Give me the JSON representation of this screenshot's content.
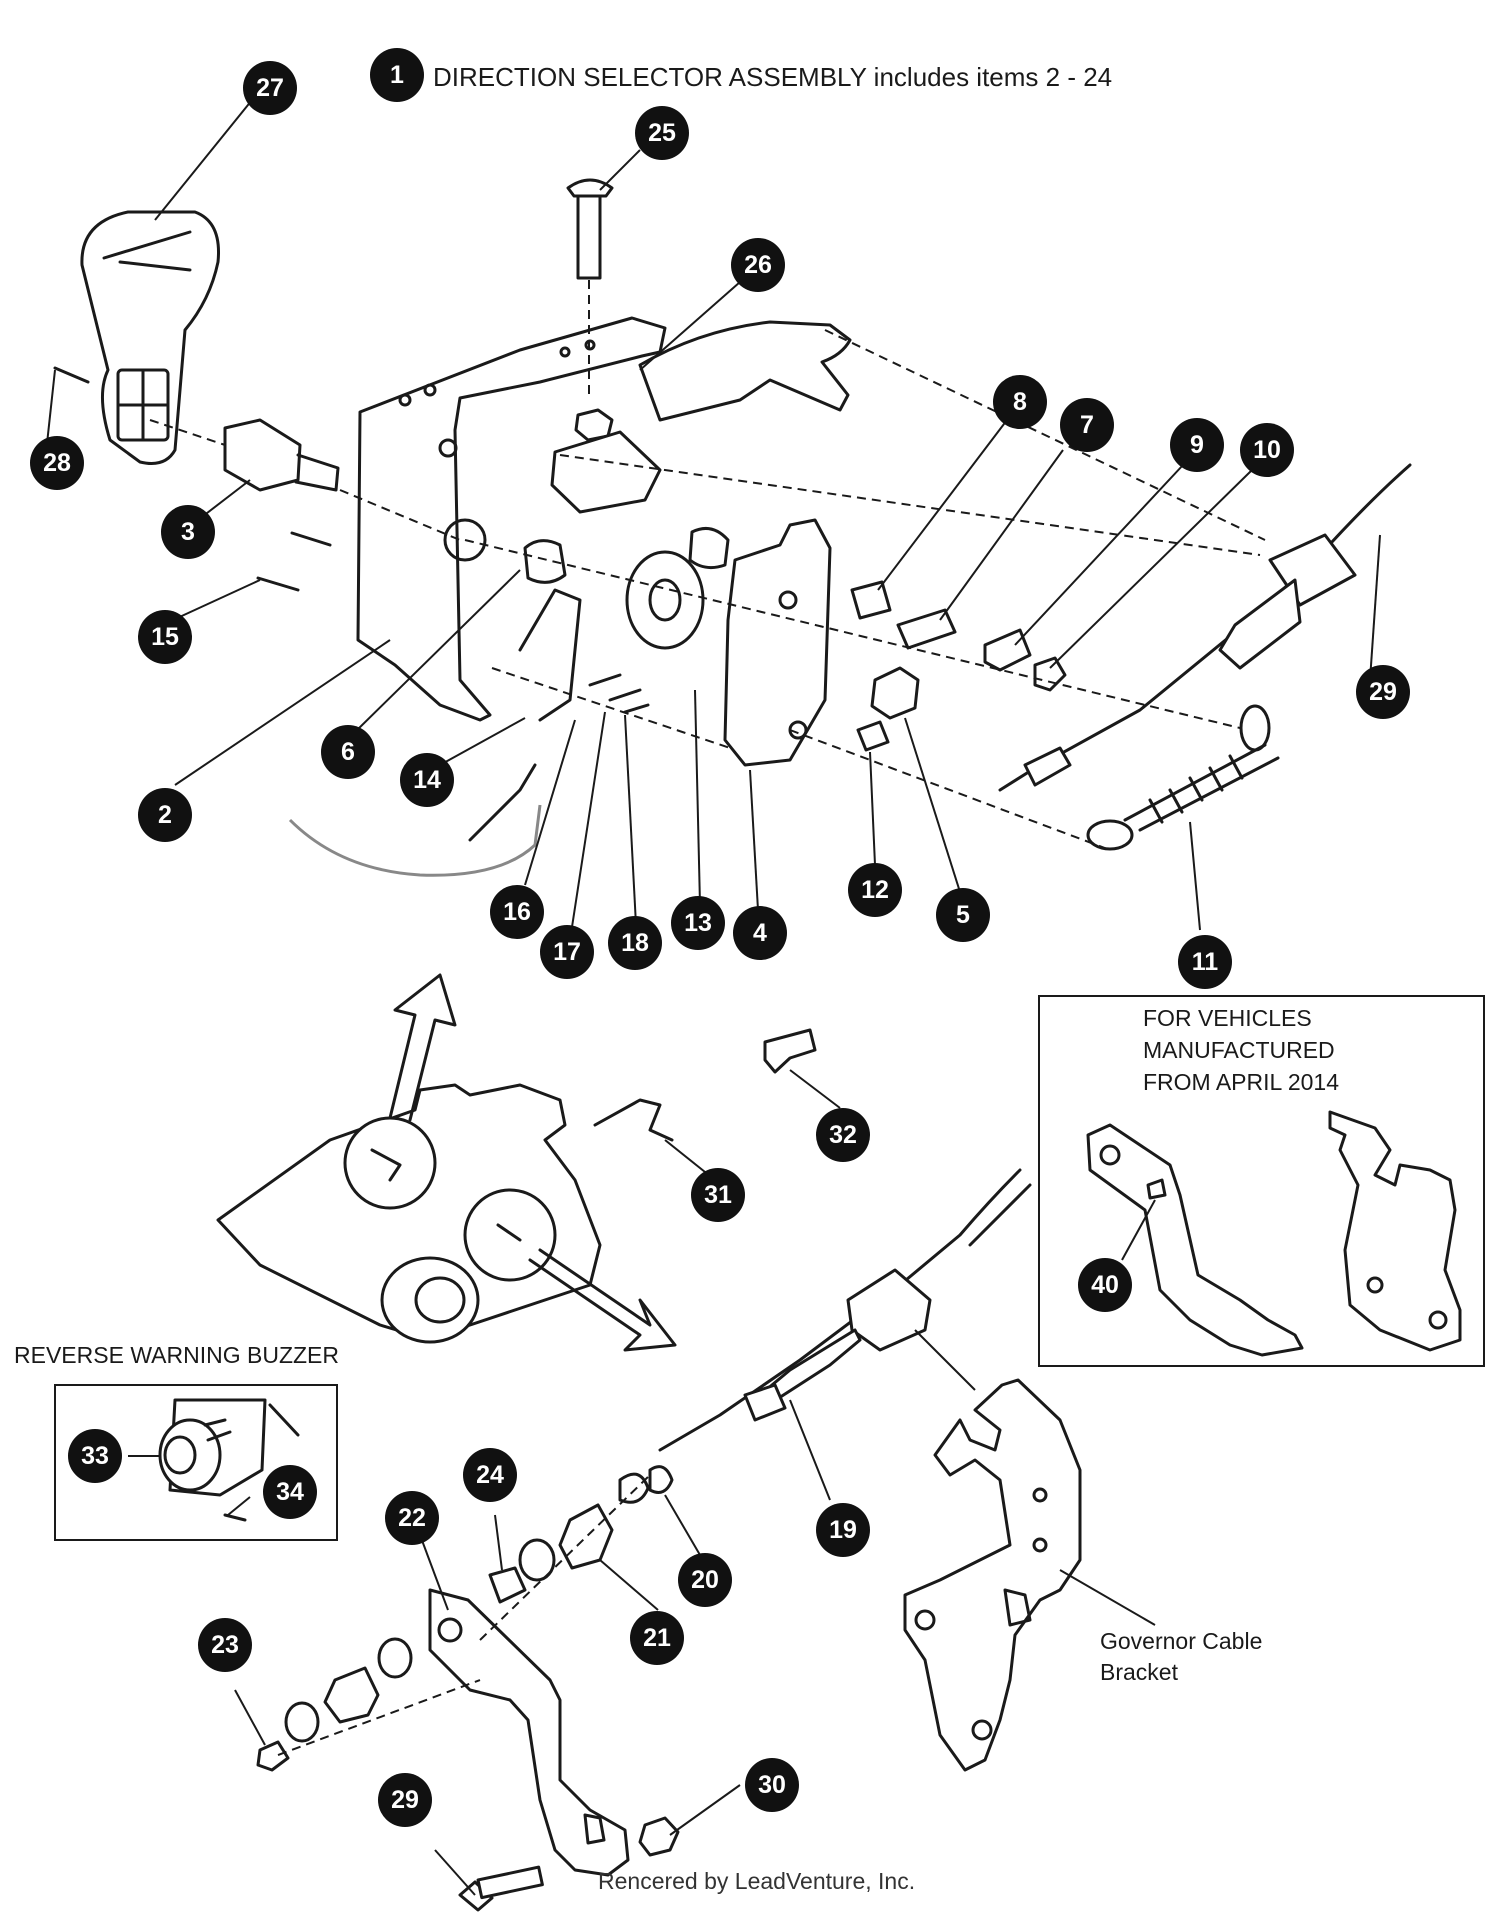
{
  "header": {
    "badge": "1",
    "text": "DIRECTION SELECTOR  ASSEMBLY includes items 2 - 24"
  },
  "callouts": [
    "27",
    "25",
    "26",
    "28",
    "3",
    "15",
    "8",
    "7",
    "9",
    "10",
    "29",
    "6",
    "2",
    "14",
    "16",
    "17",
    "18",
    "13",
    "4",
    "12",
    "5",
    "11",
    "32",
    "31",
    "40",
    "19",
    "20",
    "21",
    "24",
    "22",
    "23",
    "29",
    "30",
    "33",
    "34"
  ],
  "inset": {
    "lines": [
      "FOR VEHICLES",
      "MANUFACTURED",
      "FROM APRIL 2014"
    ]
  },
  "buzzer": {
    "title": "REVERSE WARNING BUZZER"
  },
  "governor": {
    "lines": [
      "Governor Cable",
      "Bracket"
    ]
  },
  "credit": "Rencered by LeadVenture, Inc.",
  "colors": {
    "ink": "#1a1a1a",
    "callout_fill": "#111111",
    "callout_text": "#ffffff"
  }
}
